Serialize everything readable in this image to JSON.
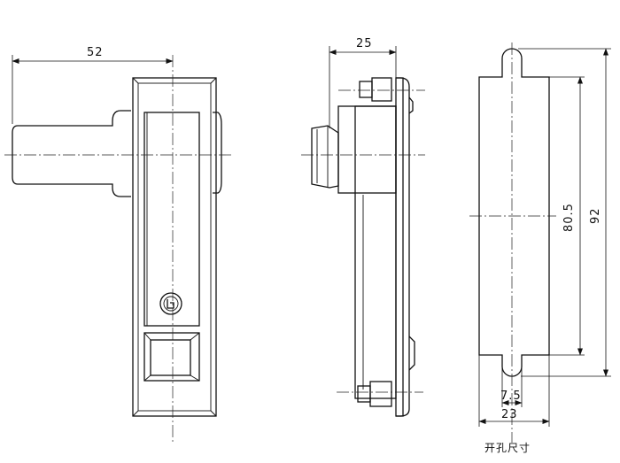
{
  "dimensions": {
    "front_width": "52",
    "side_width": "25",
    "cutout_inner_height": "80.5",
    "cutout_total_height": "92",
    "cutout_slot_width": "7.5",
    "cutout_width": "23"
  },
  "caption": "开孔尺寸"
}
